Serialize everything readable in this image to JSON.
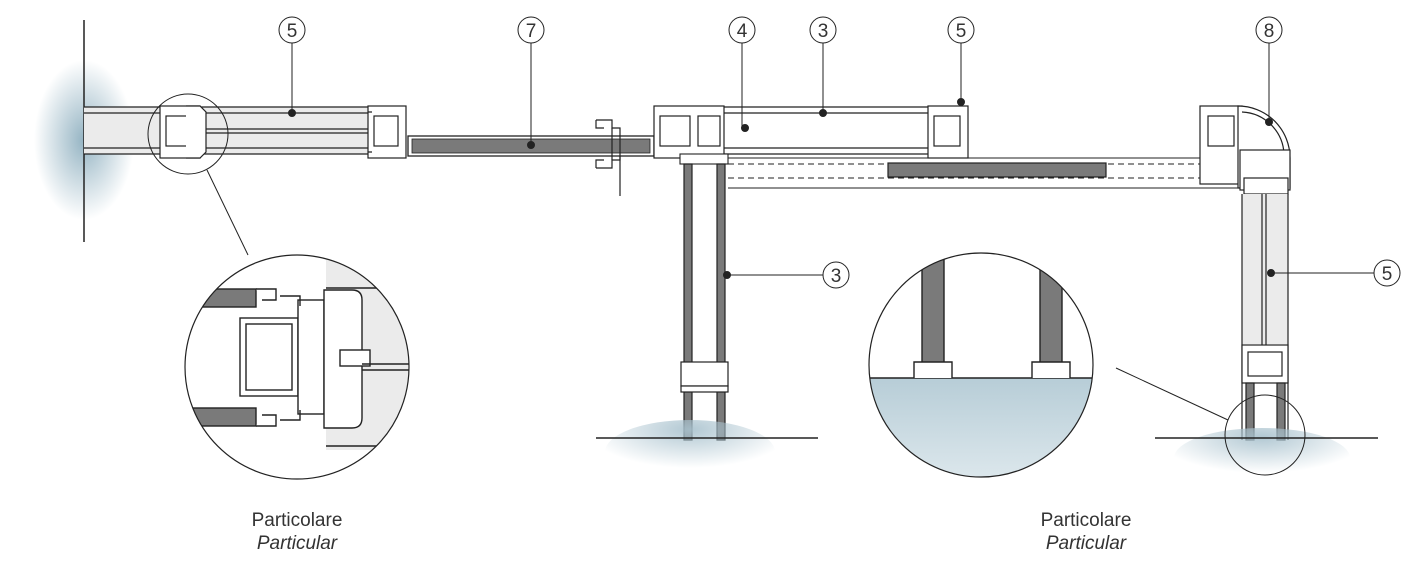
{
  "callouts": [
    "5",
    "7",
    "4",
    "3",
    "5",
    "8",
    "3",
    "5"
  ],
  "detail_labels": [
    {
      "it": "Particolare",
      "en": "Particular"
    },
    {
      "it": "Particolare",
      "en": "Particular"
    }
  ],
  "colors": {
    "line": "#222222",
    "glass": "#ebebeb",
    "panel": "#7a7a7a",
    "shade": "#9fb8c4",
    "white": "#ffffff"
  }
}
